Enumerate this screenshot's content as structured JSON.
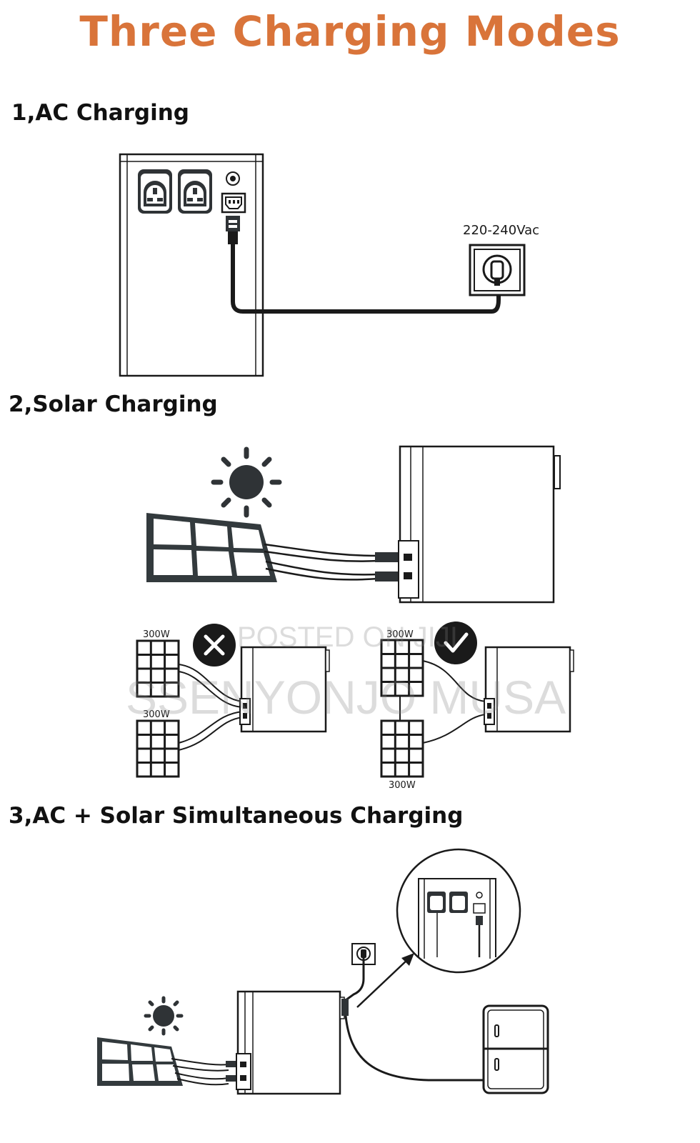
{
  "title": "Three Charging Modes",
  "colors": {
    "title": "#D9743A",
    "ink": "#1a1a1a",
    "panel": "#333a3d",
    "watermark": "#8c8c8c"
  },
  "sections": [
    {
      "label": "1,AC Charging"
    },
    {
      "label": "2,Solar Charging"
    },
    {
      "label": "3,AC + Solar Simultaneous Charging"
    }
  ],
  "ac_mode": {
    "voltage_label": "220-240Vac"
  },
  "solar_mode": {
    "wrong": {
      "panel_top_label": "300W",
      "panel_bottom_label": "300W",
      "status_icon": "cross-icon"
    },
    "right": {
      "panel_top_label": "300W",
      "panel_bottom_label": "300W",
      "status_icon": "check-icon"
    }
  },
  "watermark": {
    "line1": "POSTED ON JIJI",
    "line2": "SSENYONJO MUSA"
  }
}
